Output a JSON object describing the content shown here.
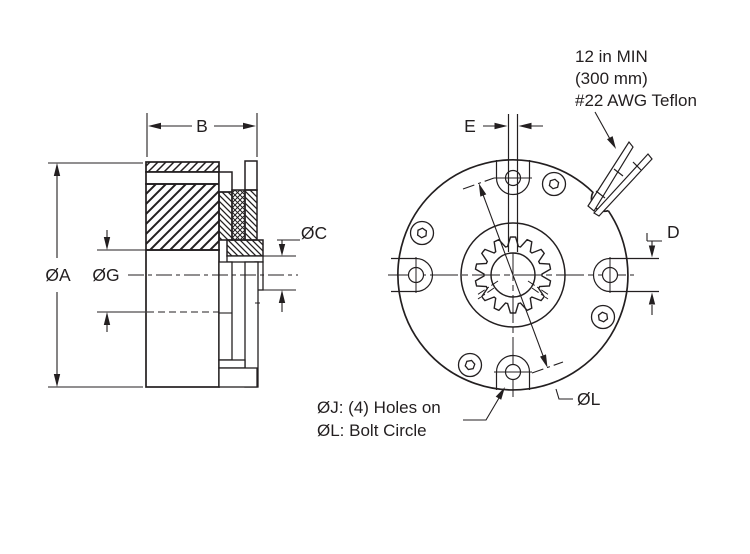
{
  "labels": {
    "dim_b": "B",
    "dim_e": "E",
    "dim_d": "D",
    "dim_a": "ØA",
    "dim_g": "ØG",
    "dim_c": "ØC",
    "dim_l": "ØL"
  },
  "wire_callout": {
    "line1": "12 in MIN",
    "line2": "(300 mm)",
    "line3": "#22 AWG Teflon"
  },
  "holes_callout": {
    "line1": "ØJ: (4) Holes on",
    "line2": "ØL: Bolt Circle"
  },
  "colors": {
    "line": "#231f20",
    "background": "#ffffff"
  }
}
